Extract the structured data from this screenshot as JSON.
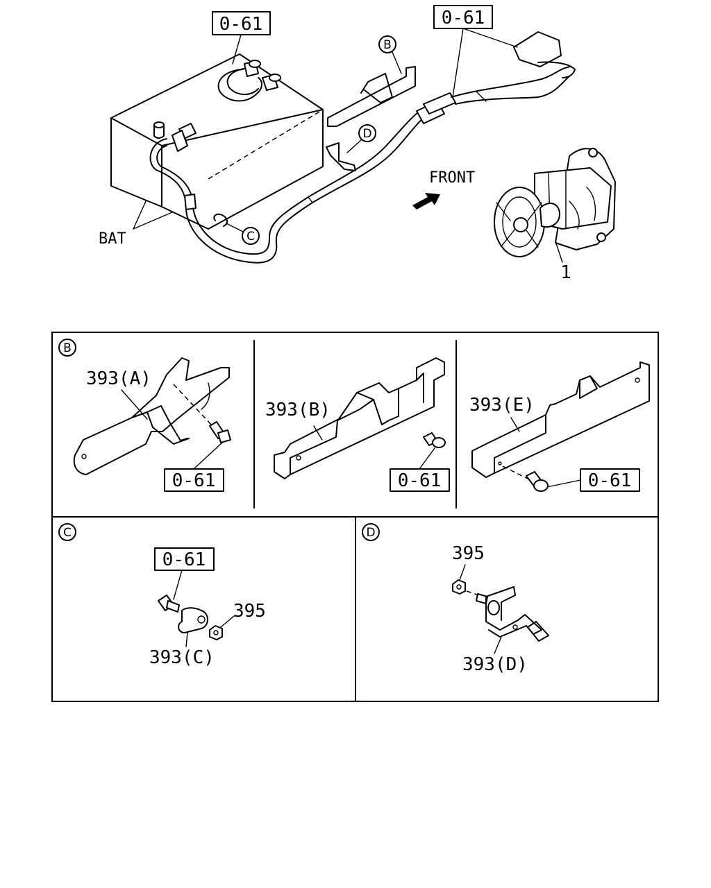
{
  "top_view": {
    "part_ref_left": "0-61",
    "part_ref_right": "0-61",
    "callouts": [
      "B",
      "D",
      "C"
    ],
    "front_label": "FRONT",
    "battery_label": "BAT",
    "starter_part_number": "1"
  },
  "panel_b": {
    "marker": "B",
    "views": [
      {
        "part_label": "393(A)",
        "ref": "0-61"
      },
      {
        "part_label": "393(B)",
        "ref": "0-61"
      },
      {
        "part_label": "393(E)",
        "ref": "0-61"
      }
    ]
  },
  "panel_c": {
    "marker": "C",
    "ref": "0-61",
    "nut_label": "395",
    "part_label": "393(C)"
  },
  "panel_d": {
    "marker": "D",
    "nut_label": "395",
    "part_label": "393(D)"
  }
}
